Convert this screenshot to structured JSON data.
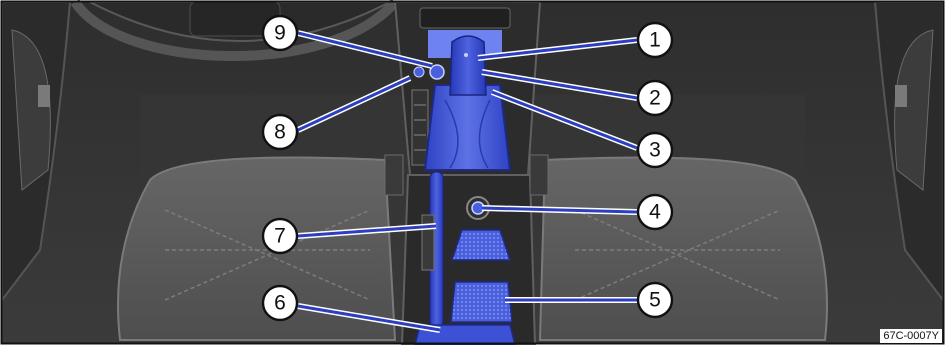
{
  "figure": {
    "code": "67C-0007Y",
    "callouts": [
      {
        "number": "1",
        "name": "callout-1"
      },
      {
        "number": "2",
        "name": "callout-2"
      },
      {
        "number": "3",
        "name": "callout-3"
      },
      {
        "number": "4",
        "name": "callout-4"
      },
      {
        "number": "5",
        "name": "callout-5"
      },
      {
        "number": "6",
        "name": "callout-6"
      },
      {
        "number": "7",
        "name": "callout-7"
      },
      {
        "number": "8",
        "name": "callout-8"
      },
      {
        "number": "9",
        "name": "callout-9"
      }
    ],
    "colors": {
      "interior_dark": "#3a3a3a",
      "interior_mid": "#4f4f4f",
      "seat": "#5b5b5b",
      "highlight_blue": "#3d4fd1",
      "highlight_light": "#8e9cf0",
      "frame": "#111111"
    }
  }
}
